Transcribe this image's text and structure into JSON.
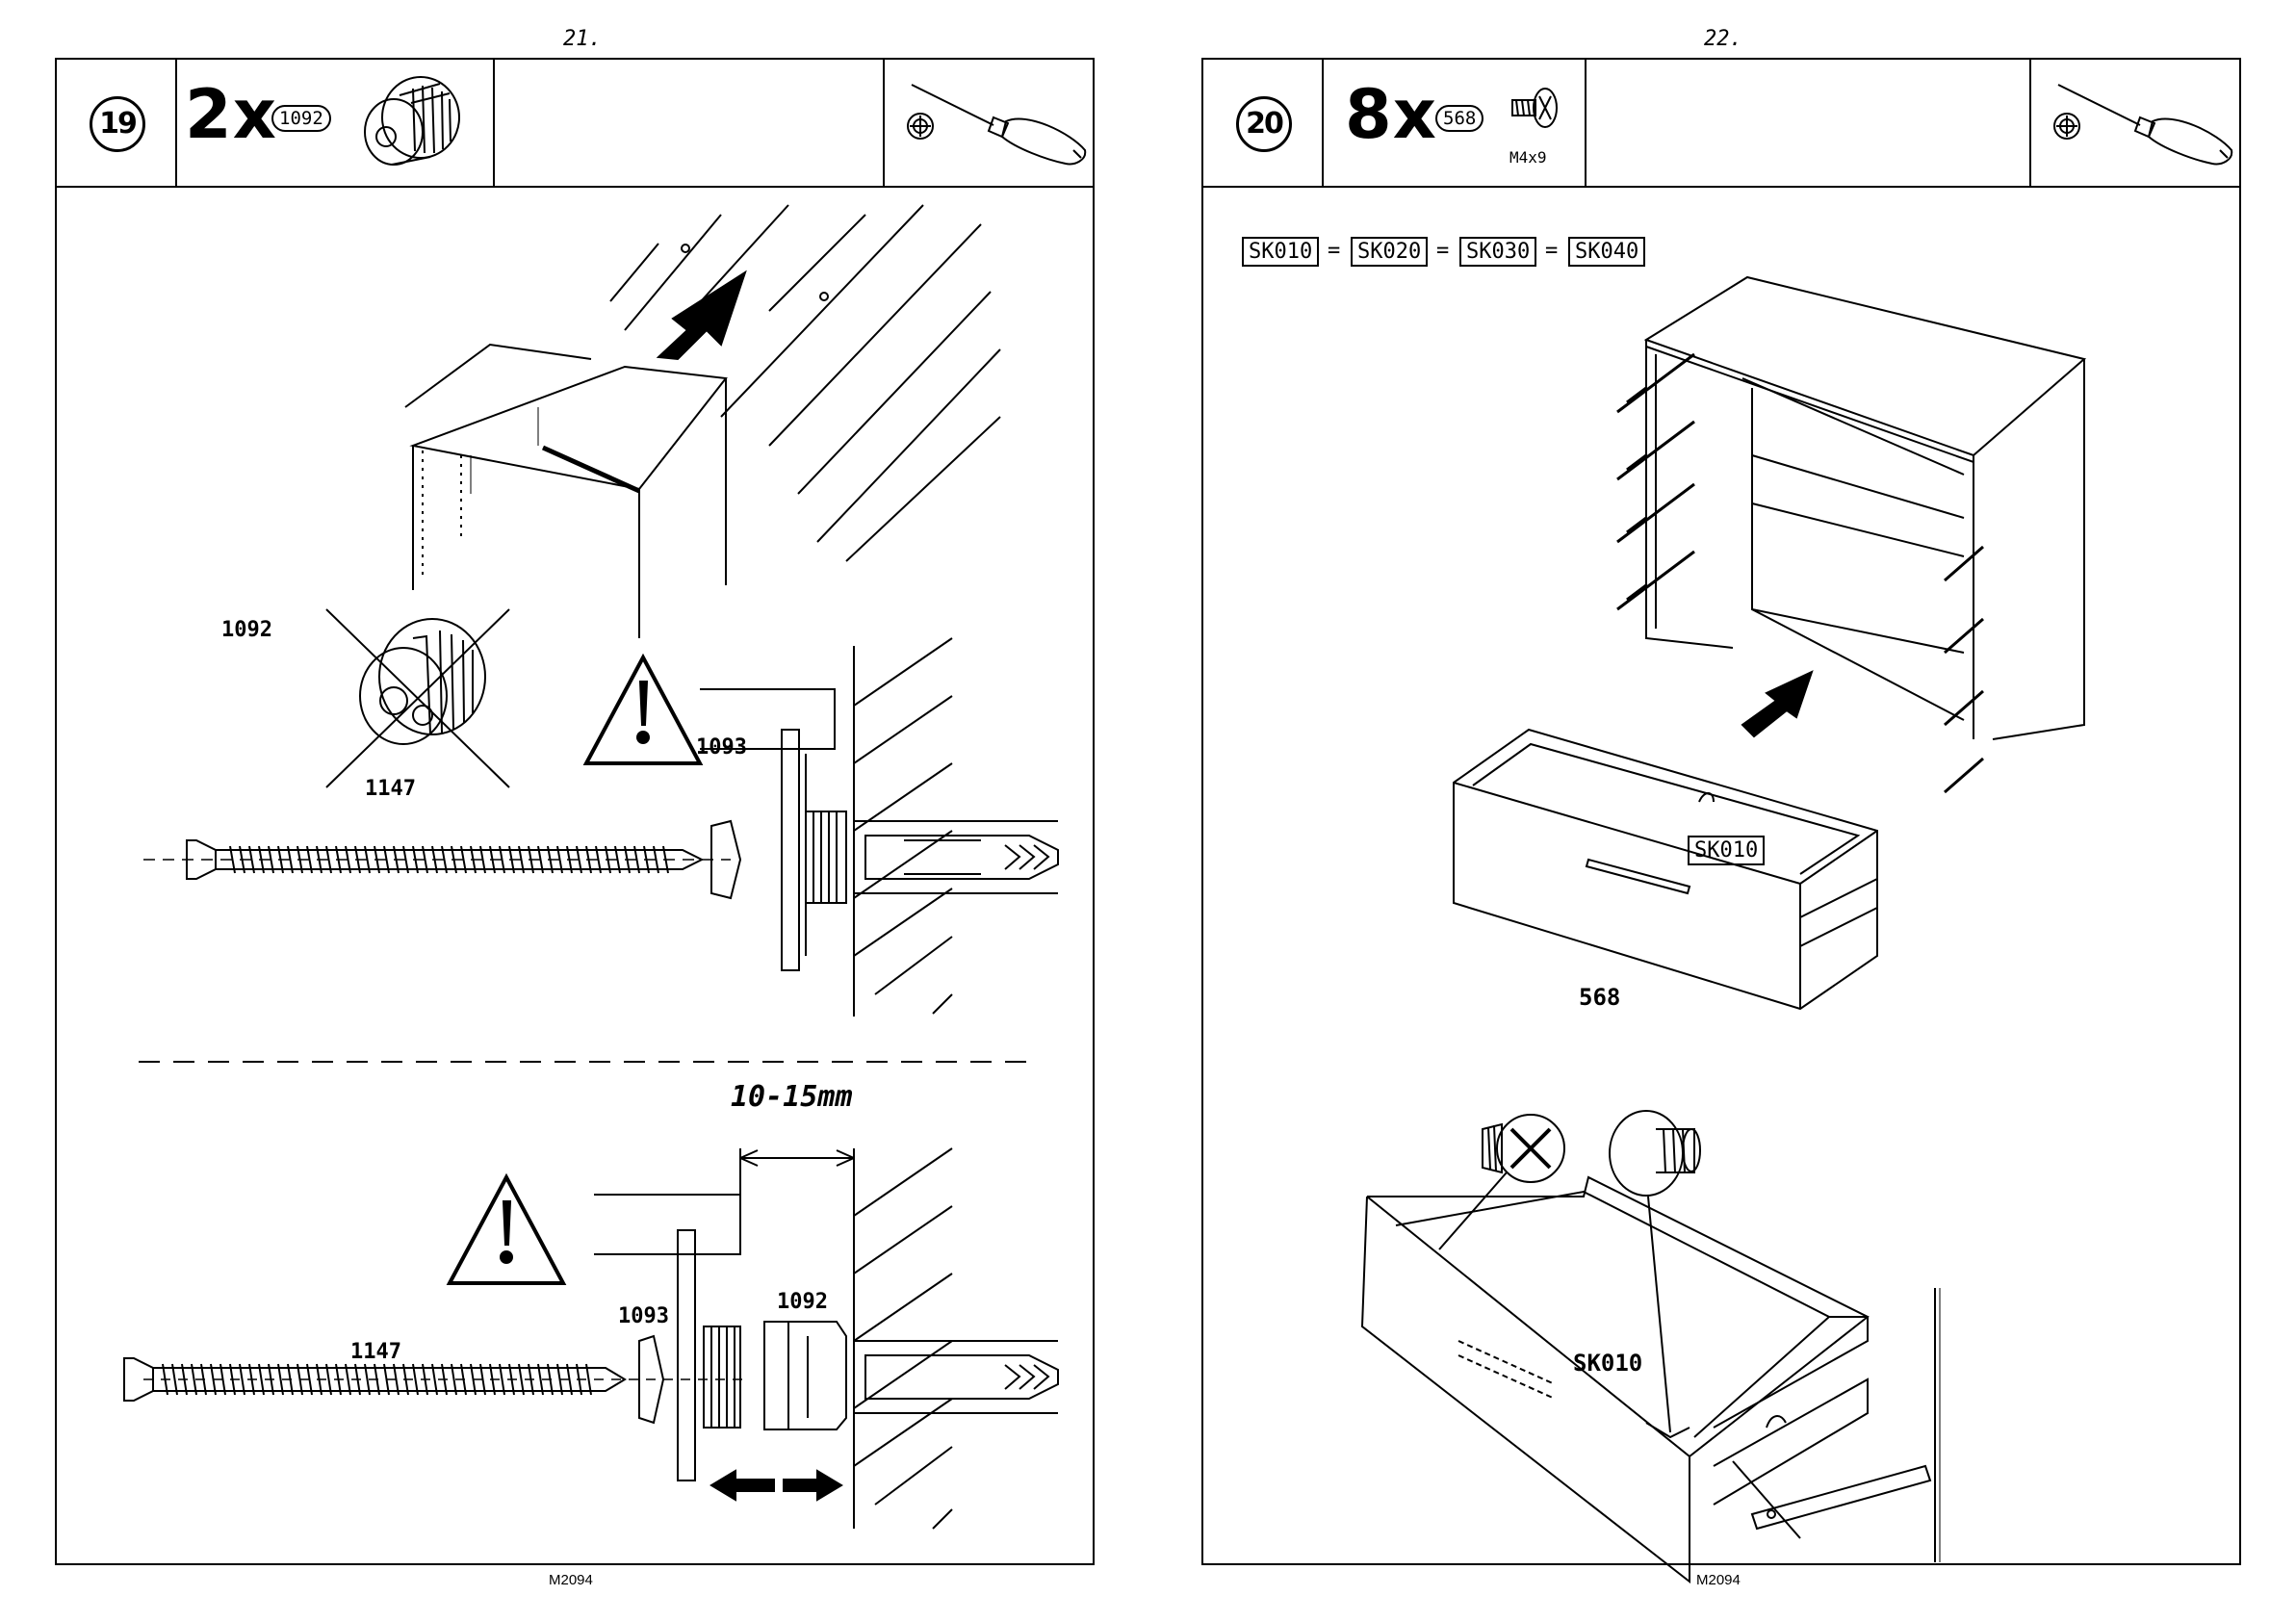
{
  "left_page": {
    "page_number": "21.",
    "step_number": "19",
    "quantity": "2x",
    "part_code": "1092",
    "labels": {
      "cam_part": "1092",
      "cap_part": "1093",
      "screw_part": "1147",
      "cap_part_lower": "1093",
      "cam_part_lower": "1092",
      "screw_part_lower": "1147",
      "gap": "10-15mm",
      "cam_face_text": "1092"
    },
    "footer": "M2094"
  },
  "right_page": {
    "page_number": "22.",
    "step_number": "20",
    "quantity": "8x",
    "part_code": "568",
    "screw_size": "M4x9",
    "drawer_codes": [
      "SK010",
      "SK020",
      "SK030",
      "SK040"
    ],
    "equals": "=",
    "drawer_label_top": "SK010",
    "drawer_label_bottom": "SK010",
    "screw_label": "568",
    "footer": "M2094"
  },
  "icons": {
    "tool": "screwdriver-icon",
    "bit": "phillips-bit-icon",
    "warning": "warning-triangle-icon"
  }
}
